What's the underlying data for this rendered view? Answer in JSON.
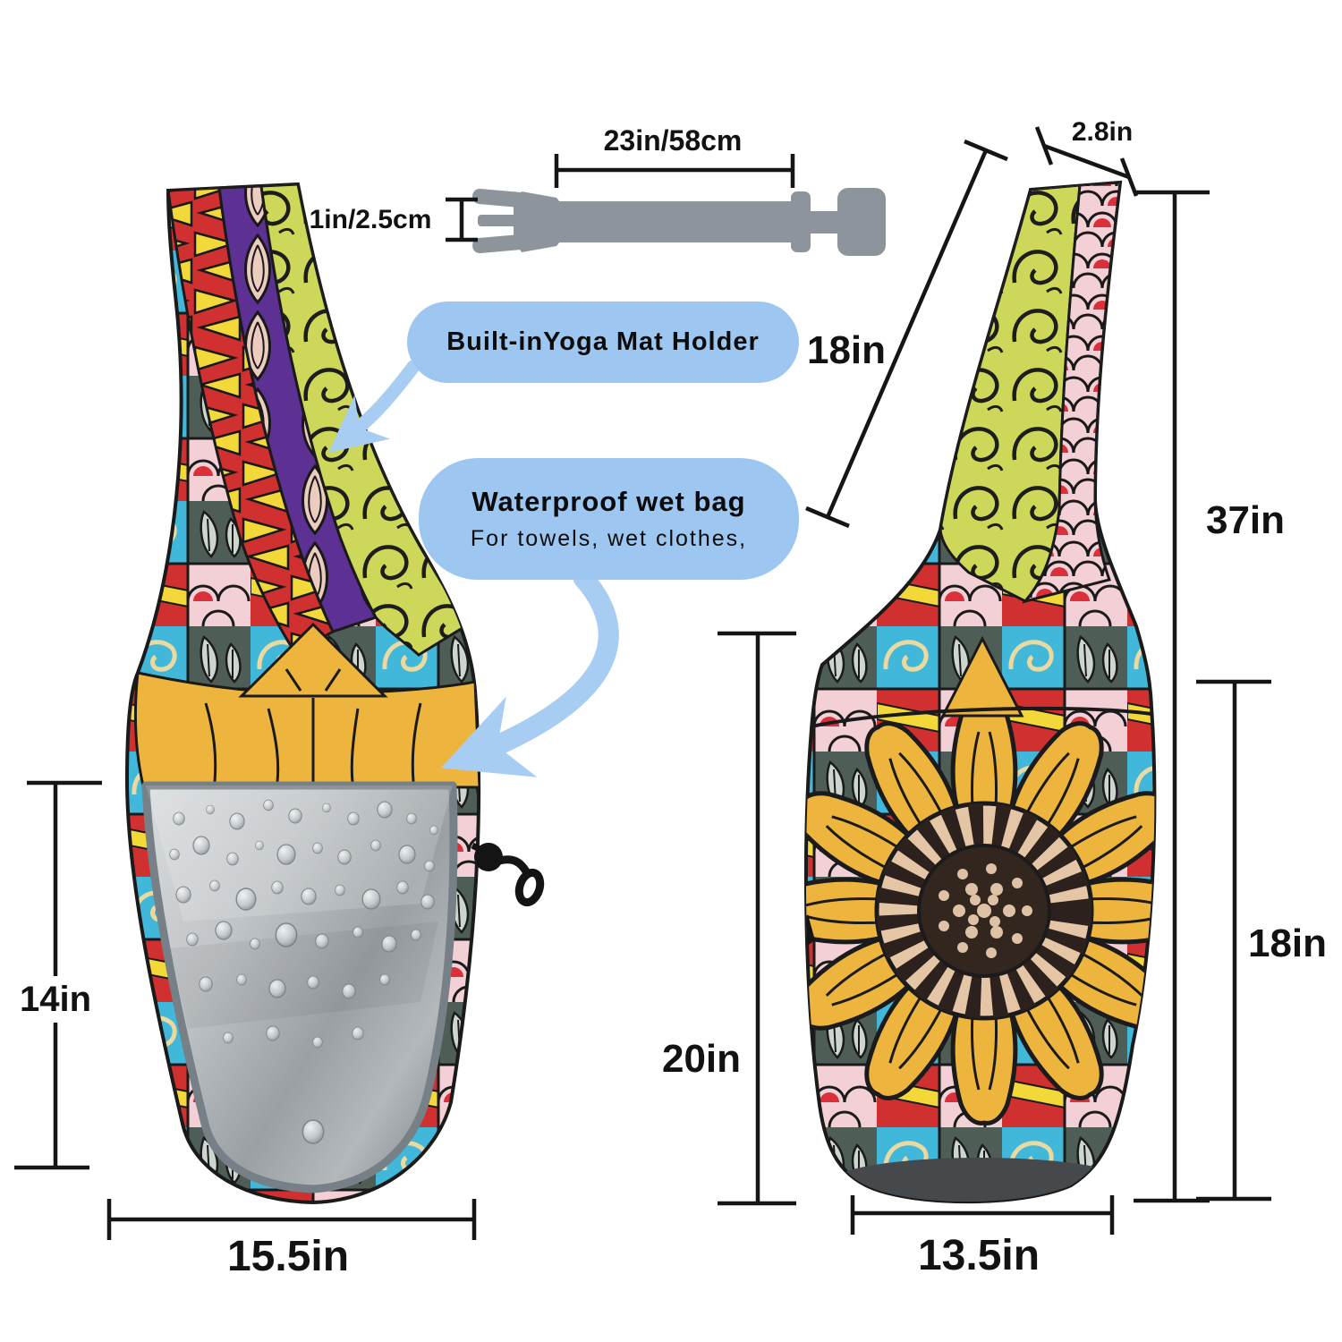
{
  "hardware_strap": {
    "length": "23in/58cm",
    "width": "1in/2.5cm"
  },
  "callouts": {
    "mat_holder": {
      "label": "Built-inYoga Mat Holder"
    },
    "wet_bag": {
      "label": "Waterproof wet bag",
      "sublabel": "For towels, wet clothes,"
    }
  },
  "front_bag": {
    "wet_pocket_height": "14in",
    "bottom_width": "15.5in"
  },
  "back_bag": {
    "strap_length": "18in",
    "strap_top_width": "2.8in",
    "total_height": "37in",
    "body_height": "20in",
    "side_height": "18in",
    "bottom_width": "13.5in"
  },
  "colors": {
    "callout_bg": "#9dc7f0",
    "arrow_blue": "#a7cdf2",
    "hardware_gray": "#8d949b",
    "dimension_line": "#151515",
    "sunflower_yellow": "#eeb53e",
    "waterproof_silver": "#b9bdc0"
  }
}
